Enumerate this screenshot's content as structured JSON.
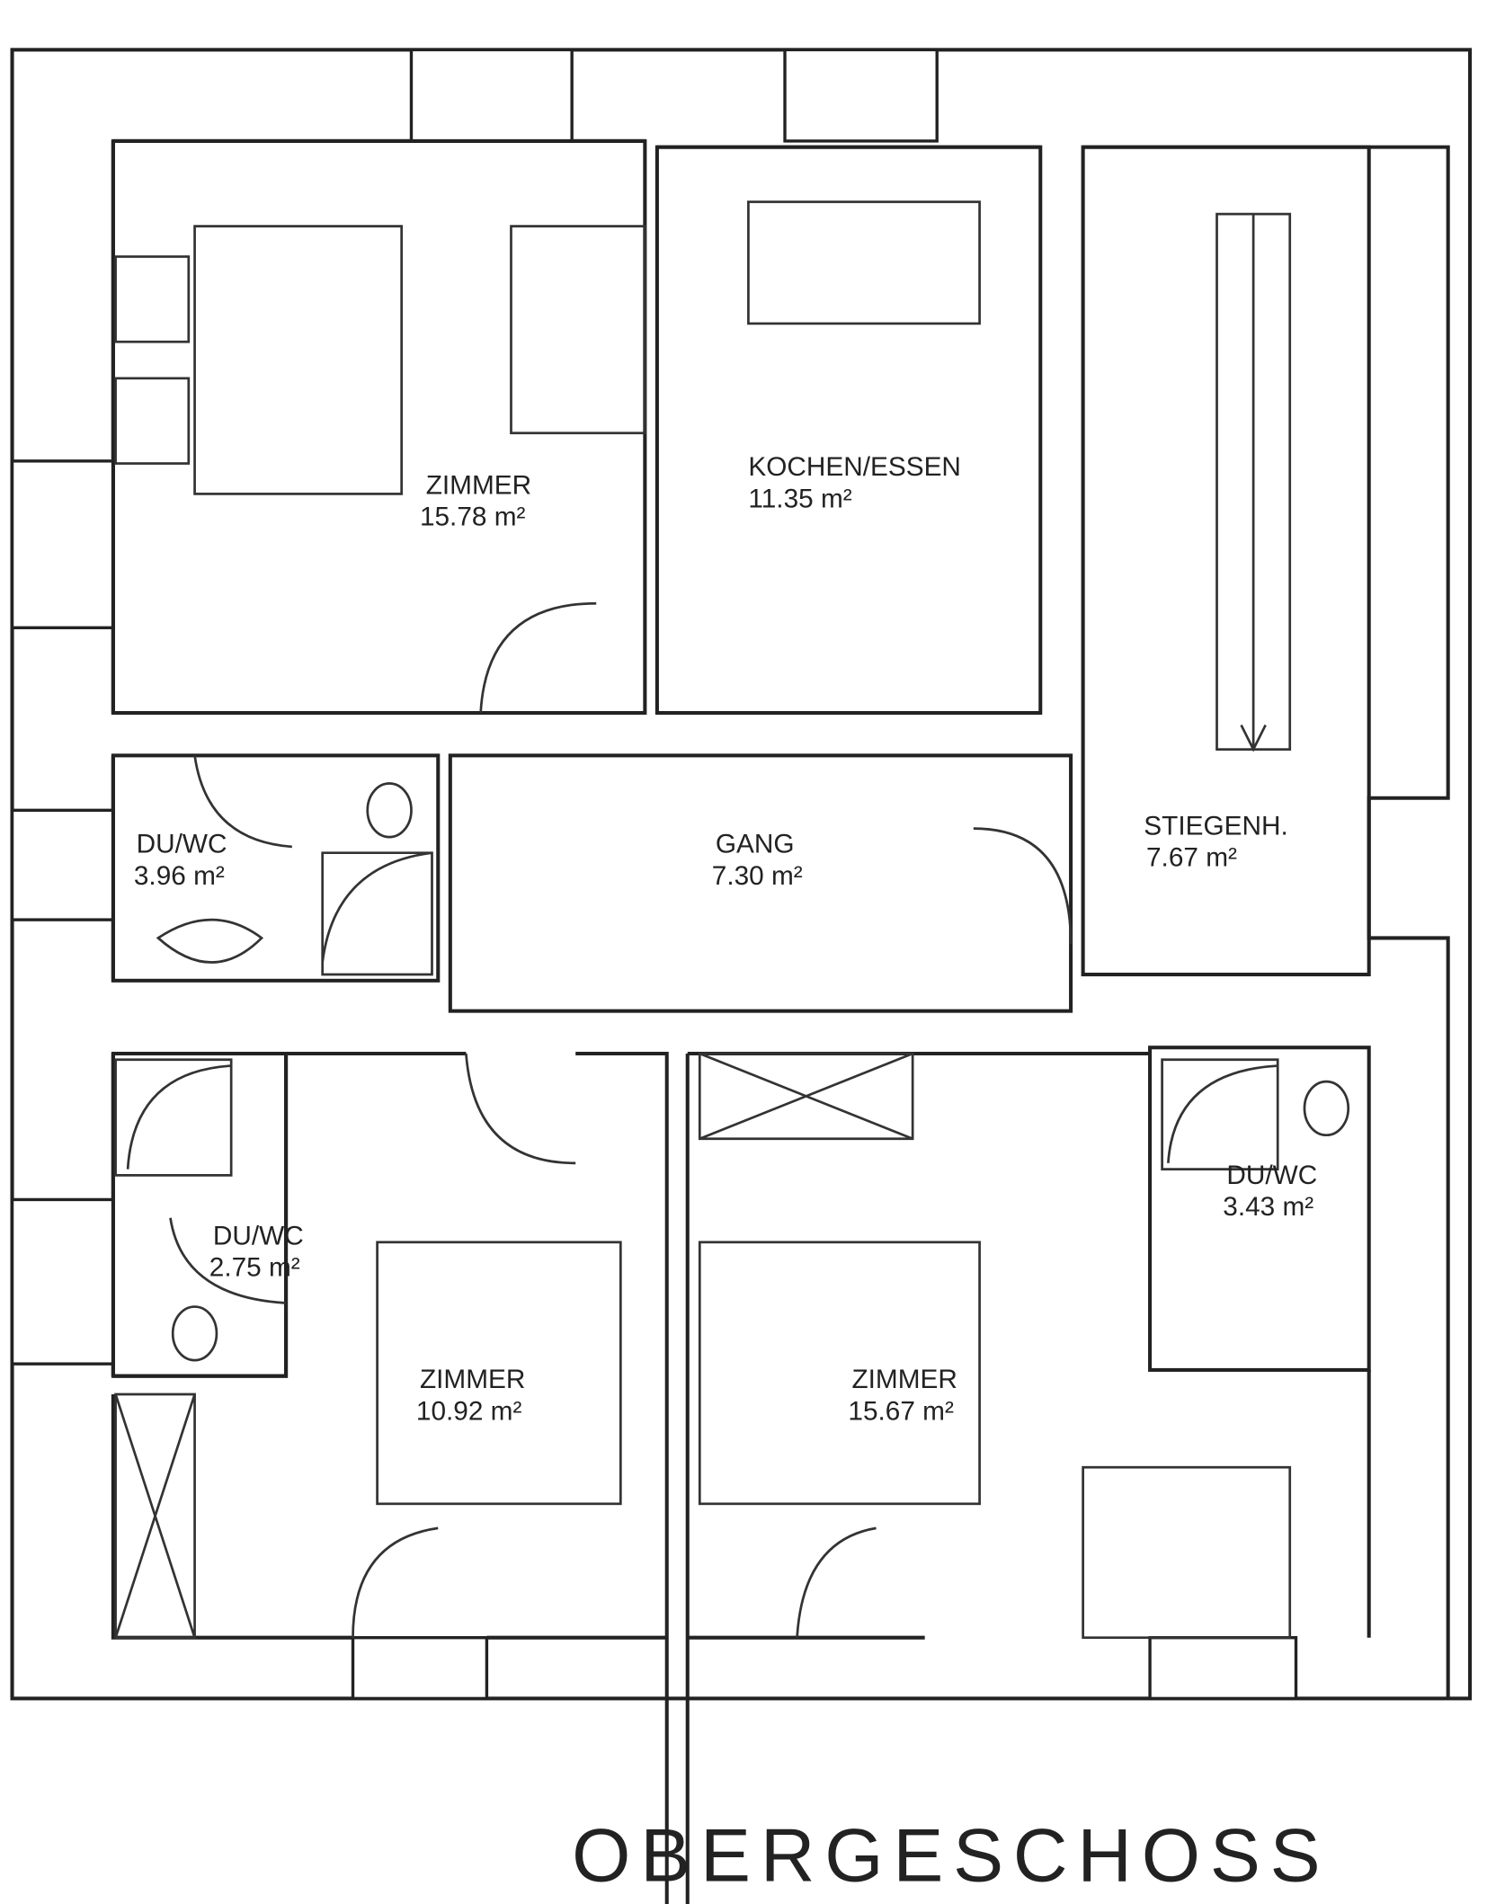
{
  "plan": {
    "title": "OBERGESCHOSS",
    "rooms": [
      {
        "name": "ZIMMER",
        "area": "15.78 m²"
      },
      {
        "name": "KOCHEN/ESSEN",
        "area": "11.35 m²"
      },
      {
        "name": "STIEGENH.",
        "area": "7.67 m²"
      },
      {
        "name": "DU/WC",
        "area": "3.96 m²"
      },
      {
        "name": "GANG",
        "area": "7.30 m²"
      },
      {
        "name": "DU/WC",
        "area": "2.75 m²"
      },
      {
        "name": "ZIMMER",
        "area": "10.92 m²"
      },
      {
        "name": "ZIMMER",
        "area": "15.67 m²"
      },
      {
        "name": "DU/WC",
        "area": "3.43 m²"
      }
    ]
  }
}
